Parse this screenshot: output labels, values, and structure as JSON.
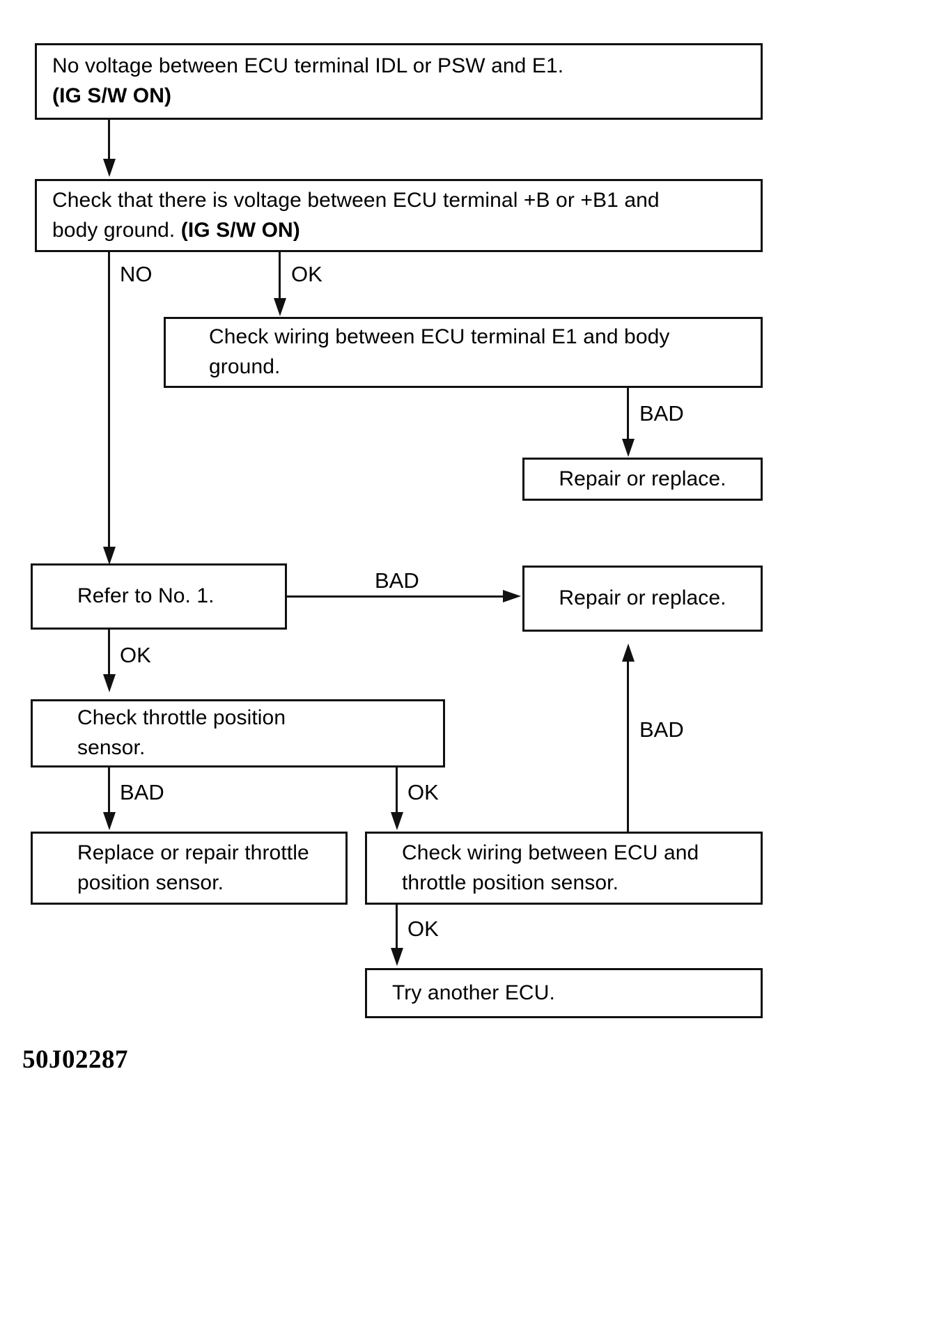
{
  "figure": {
    "code": "50J02287",
    "type": "troubleshooting-flowchart"
  },
  "nodes": {
    "start": {
      "line1": "No voltage between ECU terminal IDL or PSW and E1.",
      "line2": "(IG S/W ON)"
    },
    "check_b": {
      "line1": "Check that there is voltage between ECU terminal +B or +B1 and",
      "line2": "body ground. ",
      "line2_bold": "(IG S/W ON)"
    },
    "check_e1_wiring": {
      "text": "Check wiring between ECU terminal E1 and body\nground."
    },
    "repair_replace_1": {
      "text": "Repair or replace."
    },
    "refer_no1": {
      "text": "Refer to No. 1."
    },
    "repair_replace_2": {
      "text": "Repair or replace."
    },
    "check_tps": {
      "text": "Check throttle position\nsensor."
    },
    "replace_tps": {
      "text": "Replace or repair throttle\nposition sensor."
    },
    "check_tps_wiring": {
      "text": "Check wiring between ECU and\nthrottle position sensor."
    },
    "try_ecu": {
      "text": "Try another ECU."
    }
  },
  "edges": {
    "start_to_checkb": "",
    "checkb_no": "NO",
    "checkb_ok": "OK",
    "e1wiring_bad": "BAD",
    "refer_bad": "BAD",
    "refer_ok": "OK",
    "tps_bad": "BAD",
    "tps_ok": "OK",
    "tpswiring_bad": "BAD",
    "tpswiring_ok": "OK"
  },
  "colors": {
    "ink": "#111111",
    "paper": "#ffffff"
  }
}
